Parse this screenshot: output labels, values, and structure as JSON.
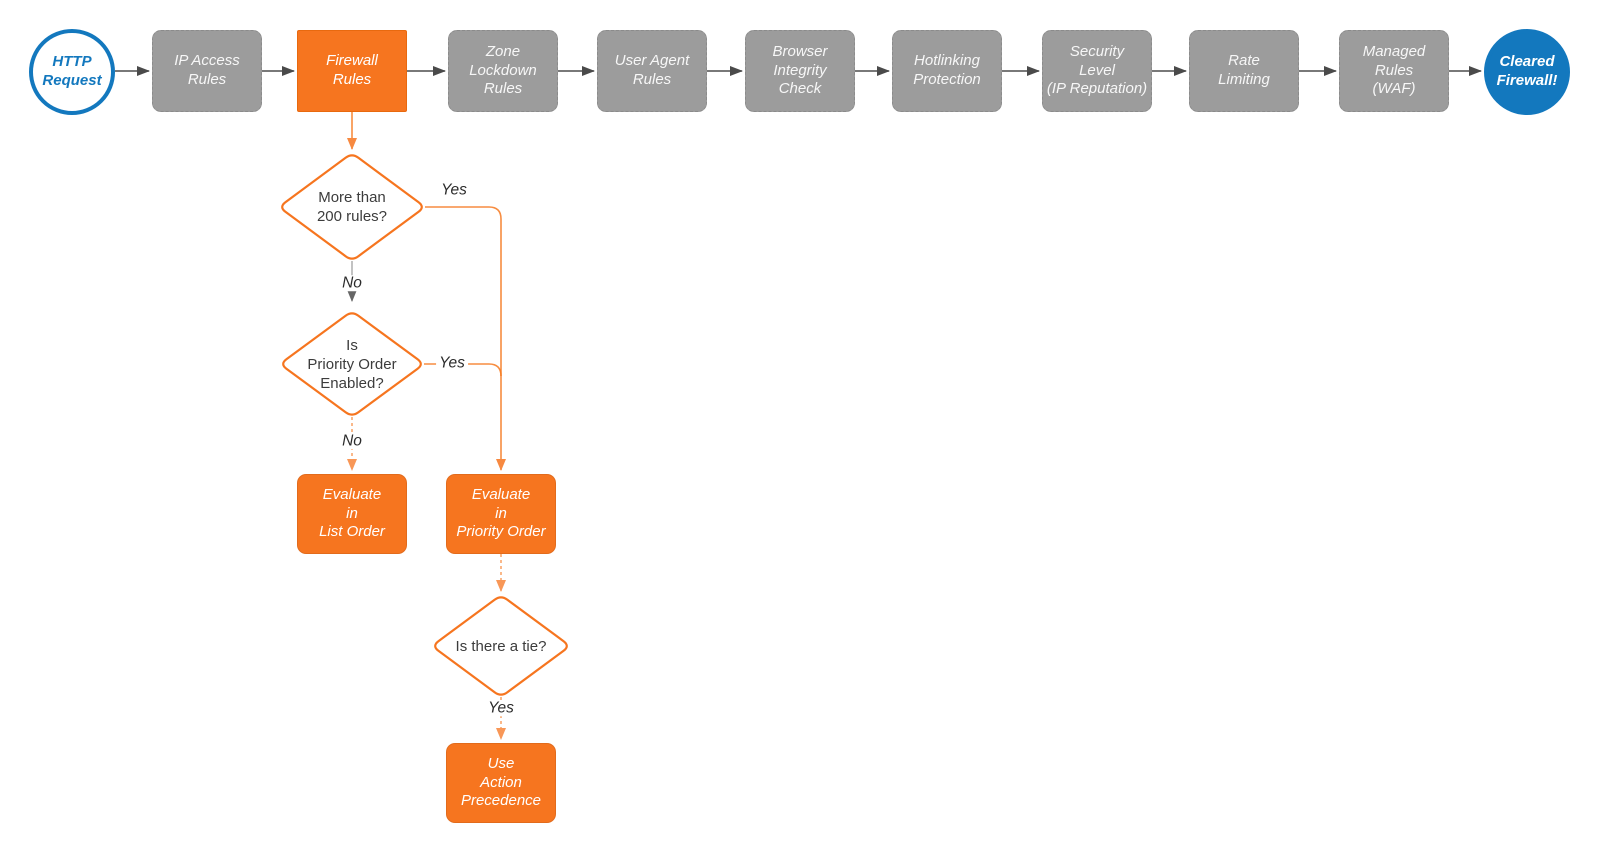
{
  "title": "Firewall request evaluation flowchart",
  "colors": {
    "accent_orange": "#F6751F",
    "node_gray": "#9C9C9C",
    "brand_blue": "#1378BE",
    "connector_dark": "#4D4D4D"
  },
  "start": {
    "label": "HTTP\nRequest"
  },
  "end": {
    "label": "Cleared\nFirewall!"
  },
  "chain": [
    {
      "label": "IP Access\nRules",
      "highlighted": false
    },
    {
      "label": "Firewall\nRules",
      "highlighted": true
    },
    {
      "label": "Zone\nLockdown\nRules",
      "highlighted": false
    },
    {
      "label": "User Agent\nRules",
      "highlighted": false
    },
    {
      "label": "Browser\nIntegrity\nCheck",
      "highlighted": false
    },
    {
      "label": "Hotlinking\nProtection",
      "highlighted": false
    },
    {
      "label": "Security\nLevel\n(IP Reputation)",
      "highlighted": false
    },
    {
      "label": "Rate\nLimiting",
      "highlighted": false
    },
    {
      "label": "Managed\nRules\n(WAF)",
      "highlighted": false
    }
  ],
  "decisions": [
    {
      "label": "More than\n200 rules?"
    },
    {
      "label": "Is\nPriority Order\nEnabled?"
    },
    {
      "label": "Is there a tie?"
    }
  ],
  "processes": [
    {
      "label": "Evaluate\nin\nList Order"
    },
    {
      "label": "Evaluate\nin\nPriority Order"
    },
    {
      "label": "Use\nAction\nPrecedence"
    }
  ],
  "edge_labels": {
    "yes1": "Yes",
    "no1": "No",
    "yes2": "Yes",
    "no2": "No",
    "yes3": "Yes"
  }
}
